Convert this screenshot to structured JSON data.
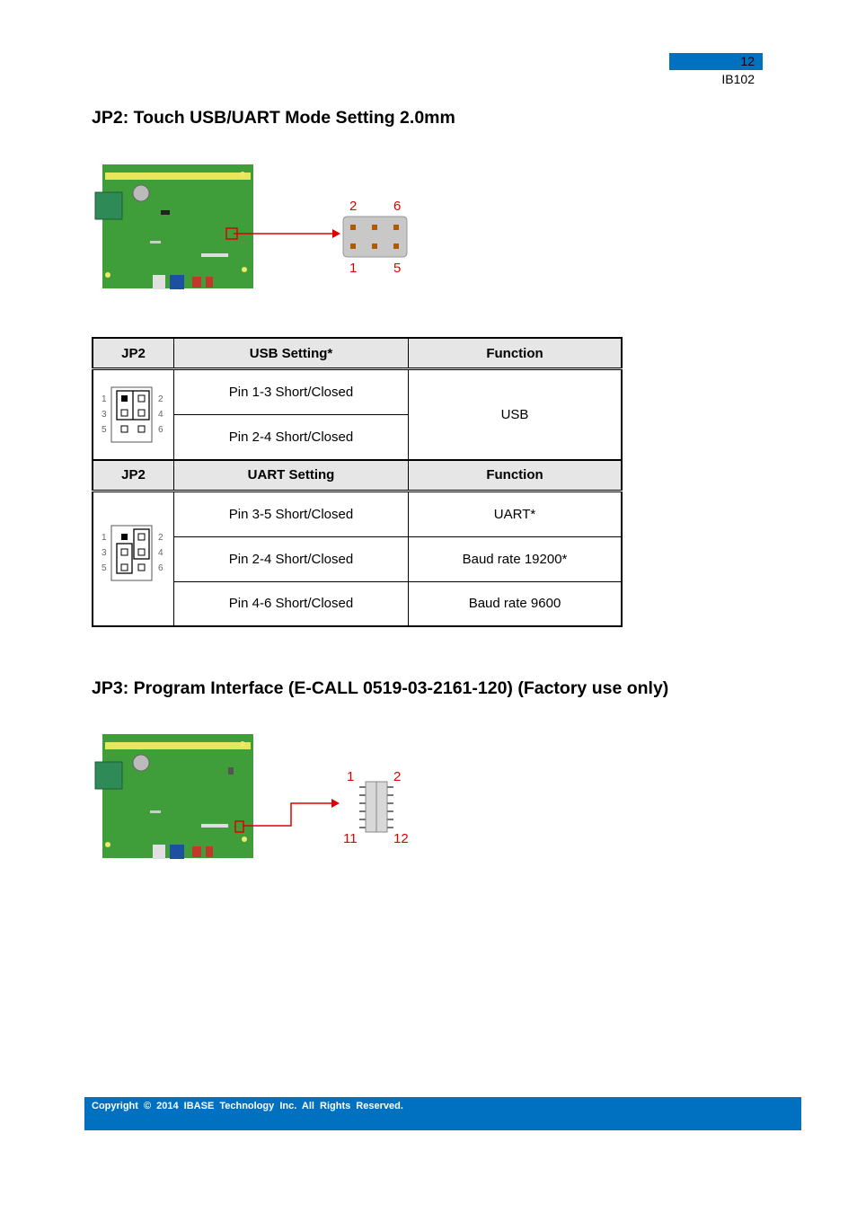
{
  "header": {
    "page_number": "12",
    "doc_id": "IB102"
  },
  "section_jp2": {
    "title": "JP2: Touch USB/UART Mode Setting 2.0mm",
    "pin_labels": {
      "top_left": "2",
      "top_right": "6",
      "bottom_left": "1",
      "bottom_right": "5"
    }
  },
  "table": {
    "usb_header": [
      "JP2",
      "USB Setting*",
      "Function"
    ],
    "usb_rows": [
      "Pin 1-3 Short/Closed",
      "Pin 2-4 Short/Closed"
    ],
    "usb_function": "USB",
    "uart_header": [
      "JP2",
      "UART Setting",
      "Function"
    ],
    "uart_rows": [
      {
        "setting": "Pin 3-5 Short/Closed",
        "function": "UART*"
      },
      {
        "setting": "Pin 2-4 Short/Closed",
        "function": "Baud rate 19200*"
      },
      {
        "setting": "Pin 4-6 Short/Closed",
        "function": "Baud rate 9600"
      }
    ],
    "jumper_labels": {
      "l1": "1",
      "l3": "3",
      "l5": "5",
      "r2": "2",
      "r4": "4",
      "r6": "6"
    }
  },
  "section_jp3": {
    "title": "JP3: Program Interface (E-CALL 0519-03-2161-120) (Factory use only)",
    "pin_labels": {
      "top_left": "1",
      "top_right": "2",
      "bottom_left": "11",
      "bottom_right": "12"
    }
  },
  "footer": {
    "copyright": "Copyright  ©  2014  IBASE  Technology  Inc.  All  Rights  Reserved."
  },
  "colors": {
    "accent_blue": "#0070c0",
    "pin_red": "#e00000",
    "board_green": "#3f9e3a"
  }
}
